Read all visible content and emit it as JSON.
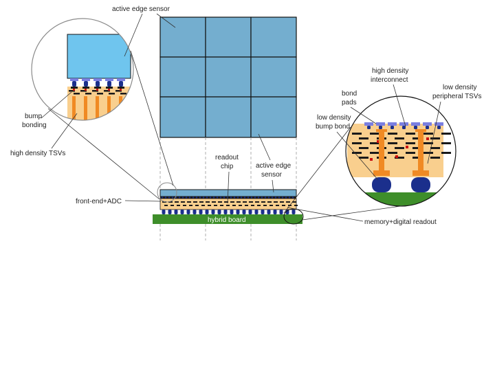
{
  "labels": {
    "active_edge_sensor_top": "active edge sensor",
    "bump_bonding_1": "bump",
    "bump_bonding_2": "bonding",
    "high_density_tsvs": "high density TSVs",
    "front_end_adc": "front-end+ADC",
    "readout_chip_1": "readout",
    "readout_chip_2": "chip",
    "active_edge_sensor_mid_1": "active edge",
    "active_edge_sensor_mid_2": "sensor",
    "hybrid_board": "hybrid board",
    "memory_digital_readout": "memory+digital readout",
    "high_density_interconnect_1": "high density",
    "high_density_interconnect_2": "interconnect",
    "bond_pads_1": "bond",
    "bond_pads_2": "pads",
    "low_density_peripheral_tsvs_1": "low density",
    "low_density_peripheral_tsvs_2": "peripheral TSVs",
    "low_density_bump_bond_1": "low density",
    "low_density_bump_bond_2": "bump bond"
  },
  "colors": {
    "sensor_tile": "#74AECF",
    "sensor_light": "#6FC5EE",
    "readout": "#F9CF8E",
    "tsv": "#F08A24",
    "bump": "#1B2F8C",
    "pad": "#7B7FE0",
    "metal": "#1A1A1A",
    "red_via": "#CC1111",
    "board": "#3E8E2A"
  }
}
